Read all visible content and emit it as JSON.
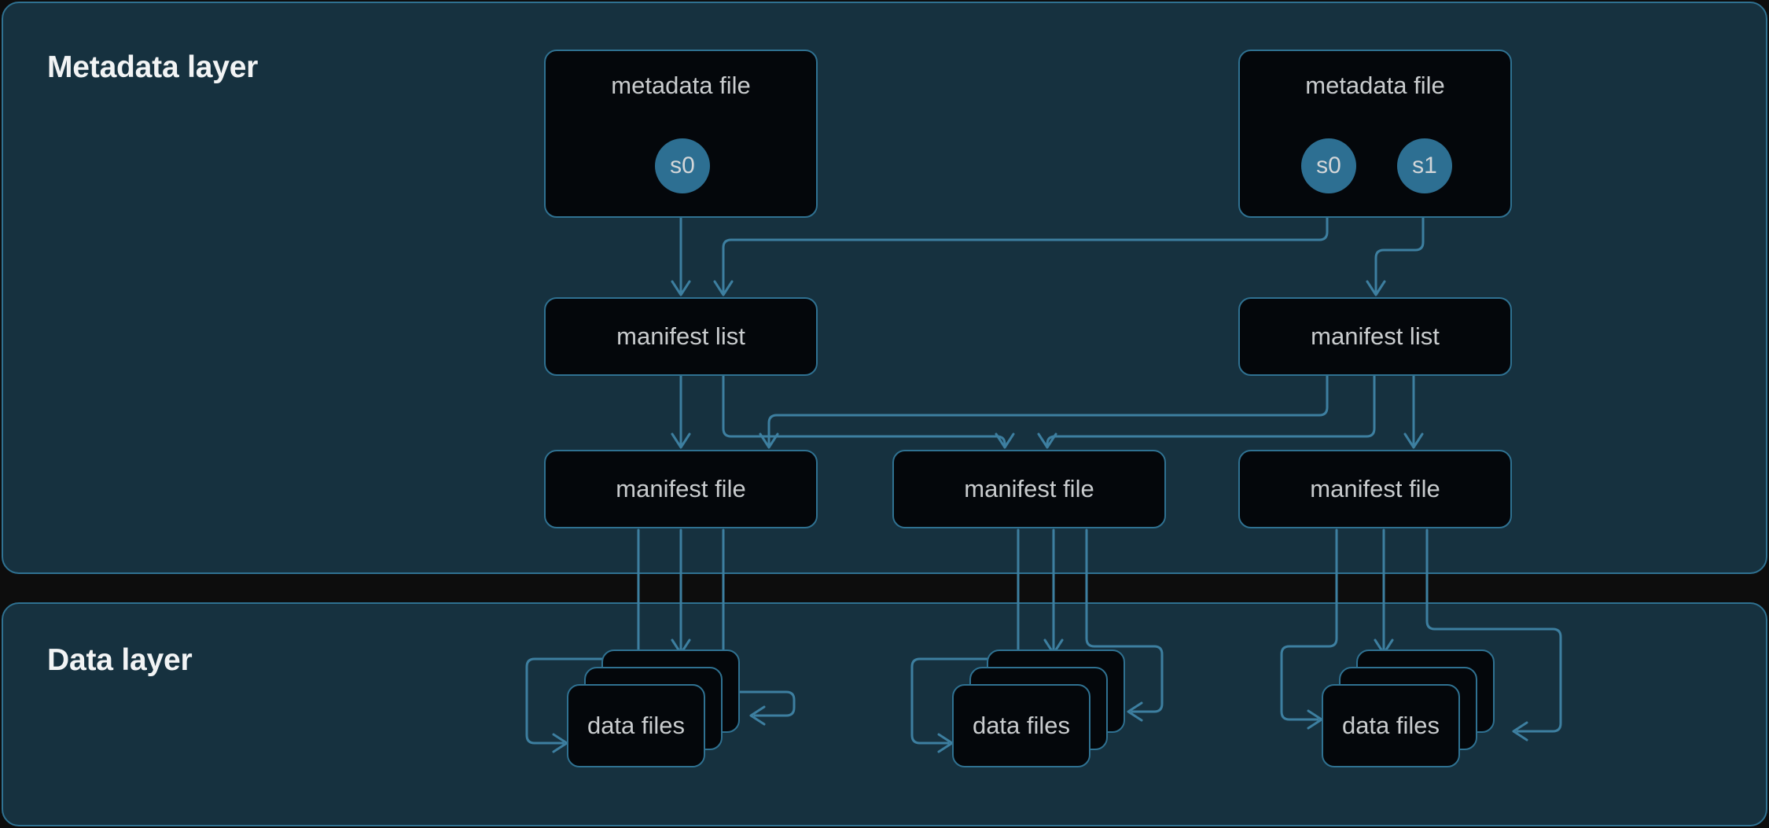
{
  "diagram": {
    "title_metadata_layer": "Metadata layer",
    "title_data_layer": "Data layer",
    "colors": {
      "panel_background": "#16313f",
      "panel_border": "#2f7191",
      "node_background": "#04070b",
      "node_border": "#2f7191",
      "wire": "#3d7fa0",
      "snapshot_fill": "#2d6f92",
      "label_text": "#c9ccce",
      "title_text": "#f2f4f5",
      "canvas_background": "#0d0d0d"
    }
  },
  "metadata_layer": {
    "title": "Metadata layer",
    "metadata_files": [
      {
        "label": "metadata file",
        "snapshots": [
          {
            "label": "s0"
          }
        ]
      },
      {
        "label": "metadata file",
        "snapshots": [
          {
            "label": "s0"
          },
          {
            "label": "s1"
          }
        ]
      }
    ],
    "manifest_lists": [
      {
        "label": "manifest list"
      },
      {
        "label": "manifest list"
      }
    ],
    "manifest_files": [
      {
        "label": "manifest file"
      },
      {
        "label": "manifest file"
      },
      {
        "label": "manifest file"
      }
    ]
  },
  "data_layer": {
    "title": "Data layer",
    "data_file_groups": [
      {
        "label": "data files",
        "card_count": 3
      },
      {
        "label": "data files",
        "card_count": 3
      },
      {
        "label": "data files",
        "card_count": 3
      }
    ]
  }
}
